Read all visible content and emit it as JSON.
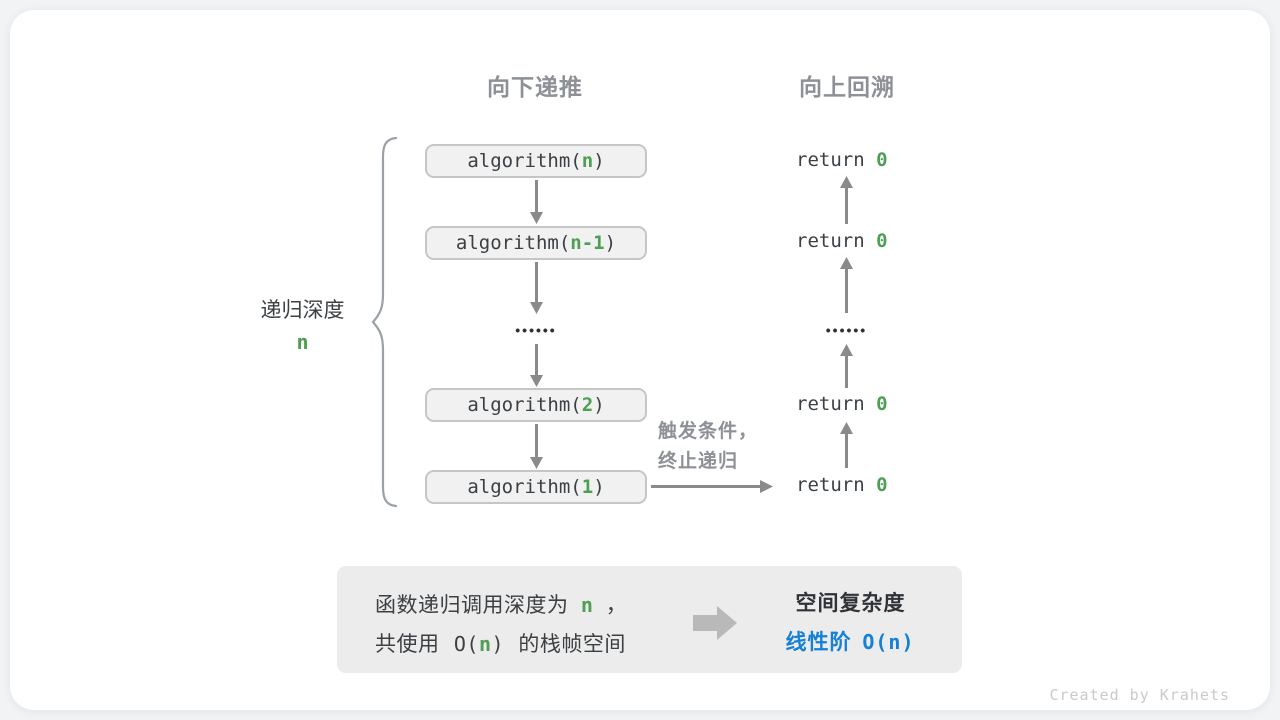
{
  "colors": {
    "accent_green": "#4e9e54",
    "accent_blue": "#1480d6",
    "box_fill": "#f1f1f1",
    "box_border": "#c6c6c6",
    "arrow_gray": "#8a8a8a",
    "header_gray": "#8d9196",
    "panel_gray": "#ececec",
    "text_dark": "#3b4045"
  },
  "headers": {
    "downward": "向下递推",
    "upward": "向上回溯"
  },
  "depth_label": {
    "text": "递归深度",
    "value": "n"
  },
  "calls": {
    "items": [
      {
        "prefix": "algorithm(",
        "arg": "n",
        "suffix": ")"
      },
      {
        "prefix": "algorithm(",
        "arg": "n-1",
        "suffix": ")"
      },
      {
        "prefix": "algorithm(",
        "arg": "2",
        "suffix": ")"
      },
      {
        "prefix": "algorithm(",
        "arg": "1",
        "suffix": ")"
      }
    ],
    "ellipsis": "••••••"
  },
  "returns": {
    "items": [
      {
        "keyword": "return",
        "value": "0"
      },
      {
        "keyword": "return",
        "value": "0"
      },
      {
        "keyword": "return",
        "value": "0"
      },
      {
        "keyword": "return",
        "value": "0"
      }
    ],
    "ellipsis": "••••••"
  },
  "trigger": {
    "line1": "触发条件，",
    "line2": "终止递归"
  },
  "summary": {
    "line1_a": "函数递归调用深度为",
    "line1_n": "n",
    "line1_b": "，",
    "line2_a": "共使用",
    "line2_o_open": "O(",
    "line2_n": "n",
    "line2_o_close": ")",
    "line2_b": "的栈帧空间",
    "title": "空间复杂度",
    "result_label": "线性阶",
    "result_value": "O(n)"
  },
  "footer": {
    "credit": "Created by Krahets"
  }
}
